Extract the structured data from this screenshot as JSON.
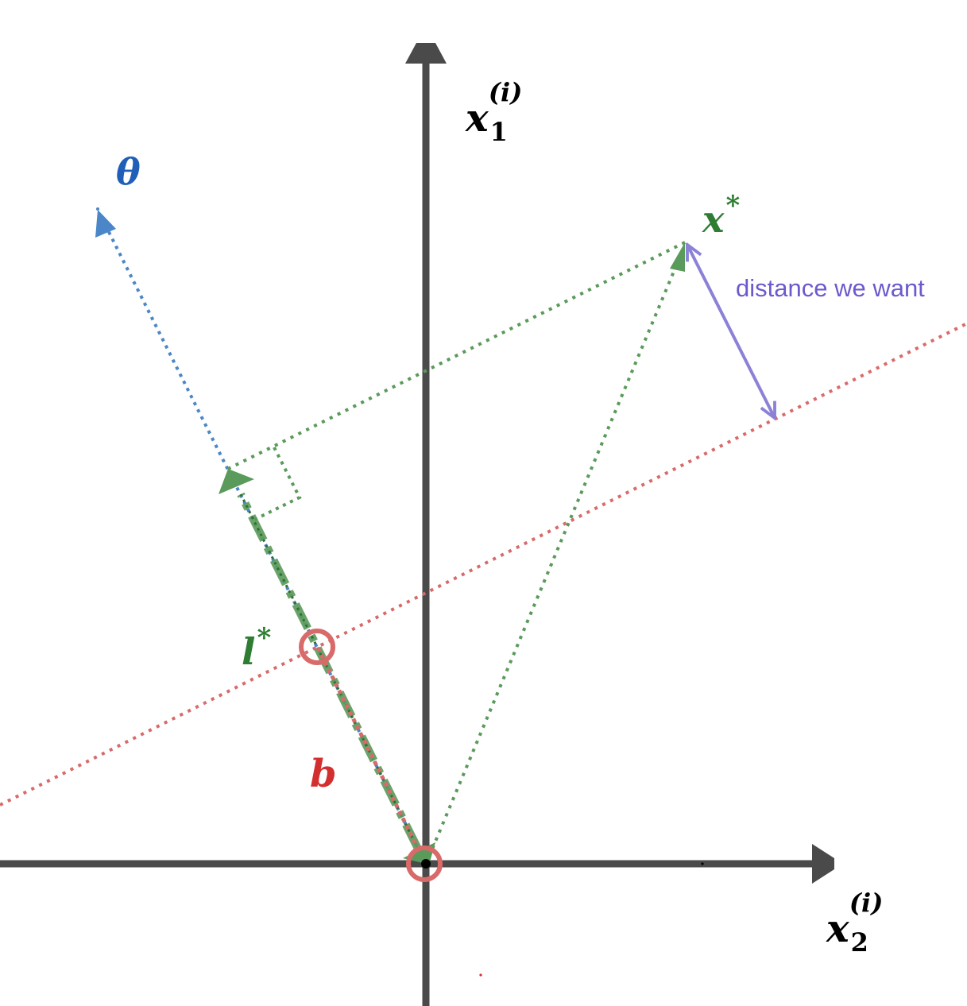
{
  "colors": {
    "axis": "#4a4a4a",
    "theta": "#4a86c8",
    "theta_label": "#1f5fb8",
    "projection": "#5a9a5a",
    "projection_label": "#2e7d32",
    "plane": "#d86a6a",
    "b_label": "#d32f2f",
    "distance": "#8b82d8",
    "distance_label": "#6a5acd",
    "origin": "#000000"
  },
  "labels": {
    "x1_base": "x",
    "x1_sub": "1",
    "x1_sup": "(i)",
    "x2_base": "x",
    "x2_sub": "2",
    "x2_sup": "(i)",
    "theta": "θ",
    "x_star_base": "x",
    "x_star_sup": "*",
    "l_star_base": "l",
    "l_star_sup": "*",
    "b": "b",
    "distance": "distance we want"
  }
}
